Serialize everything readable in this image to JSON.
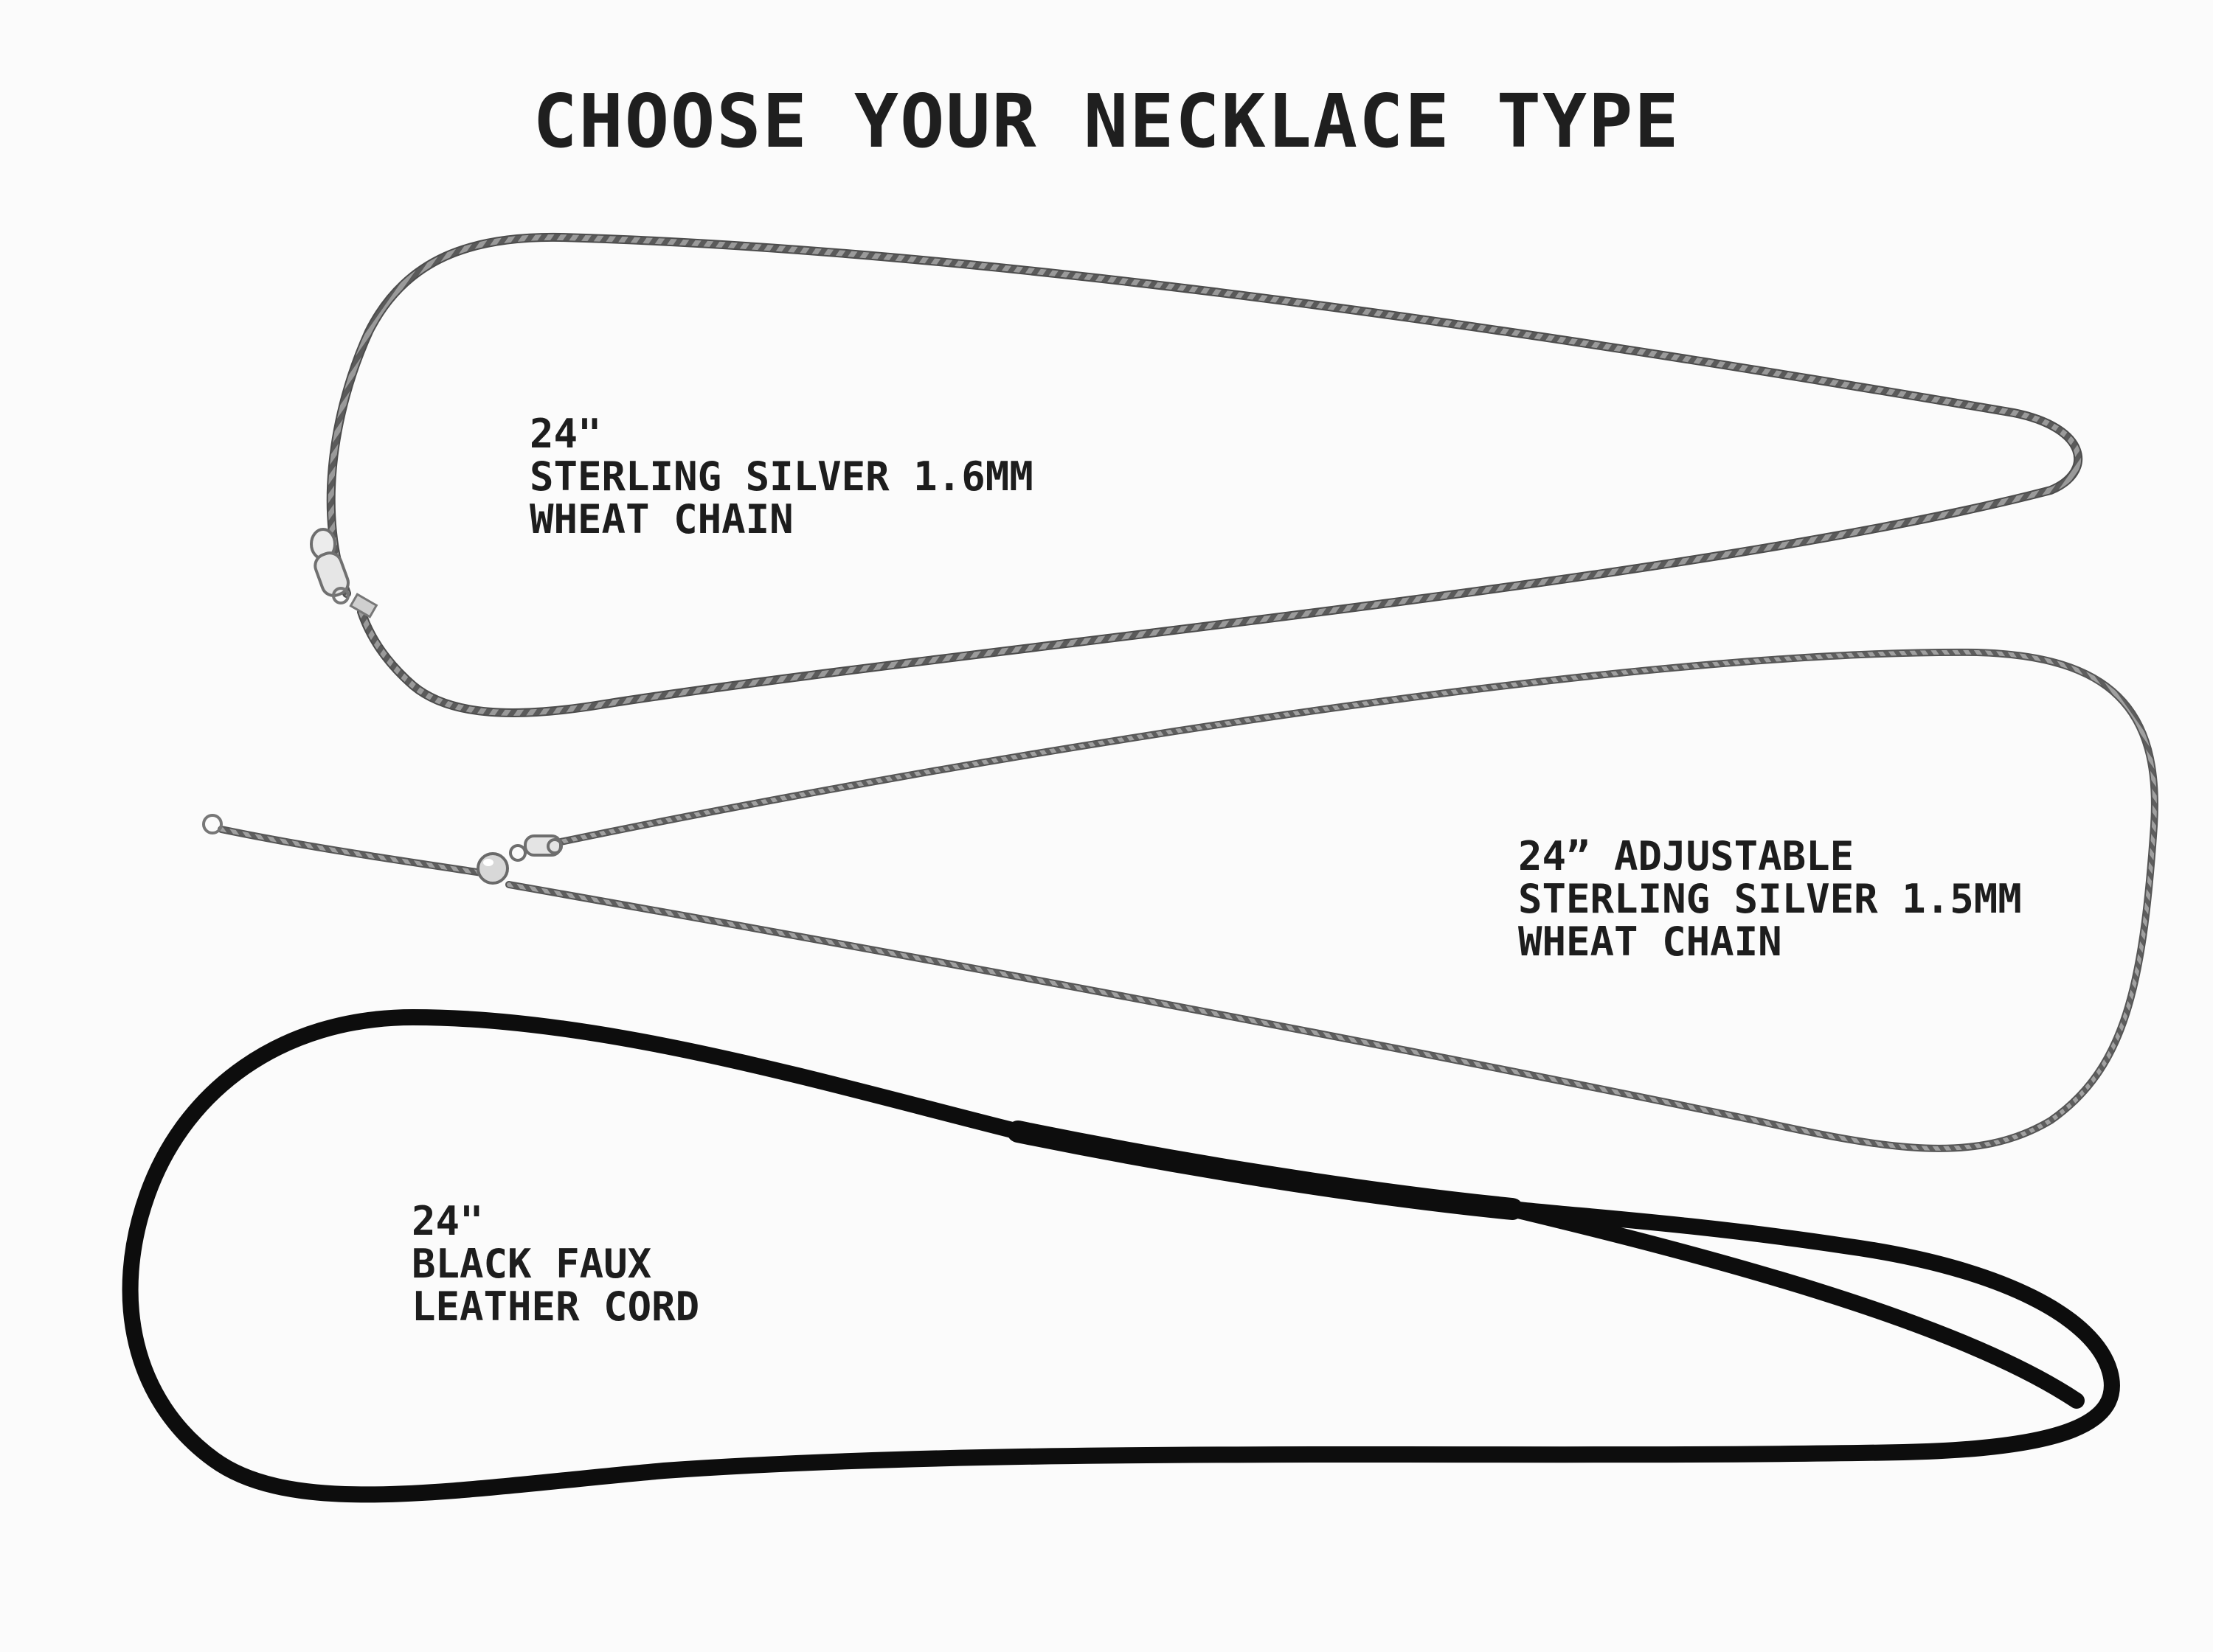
{
  "title": "CHOOSE YOUR NECKLACE TYPE",
  "options": [
    {
      "lines": [
        "24\"",
        "STERLING SILVER 1.6MM",
        "WHEAT CHAIN"
      ]
    },
    {
      "lines": [
        "24” ADJUSTABLE",
        "STERLING SILVER 1.5MM",
        "WHEAT CHAIN"
      ]
    },
    {
      "lines": [
        "24\"",
        "BLACK FAUX",
        "LEATHER CORD"
      ]
    }
  ],
  "colors": {
    "background": "#fbfbfb",
    "silver_chain": "#7c7c7c",
    "silver_chain_dark": "#4a4a4a",
    "leather_cord": "#0d0d0d",
    "text": "#1d1d1d"
  }
}
